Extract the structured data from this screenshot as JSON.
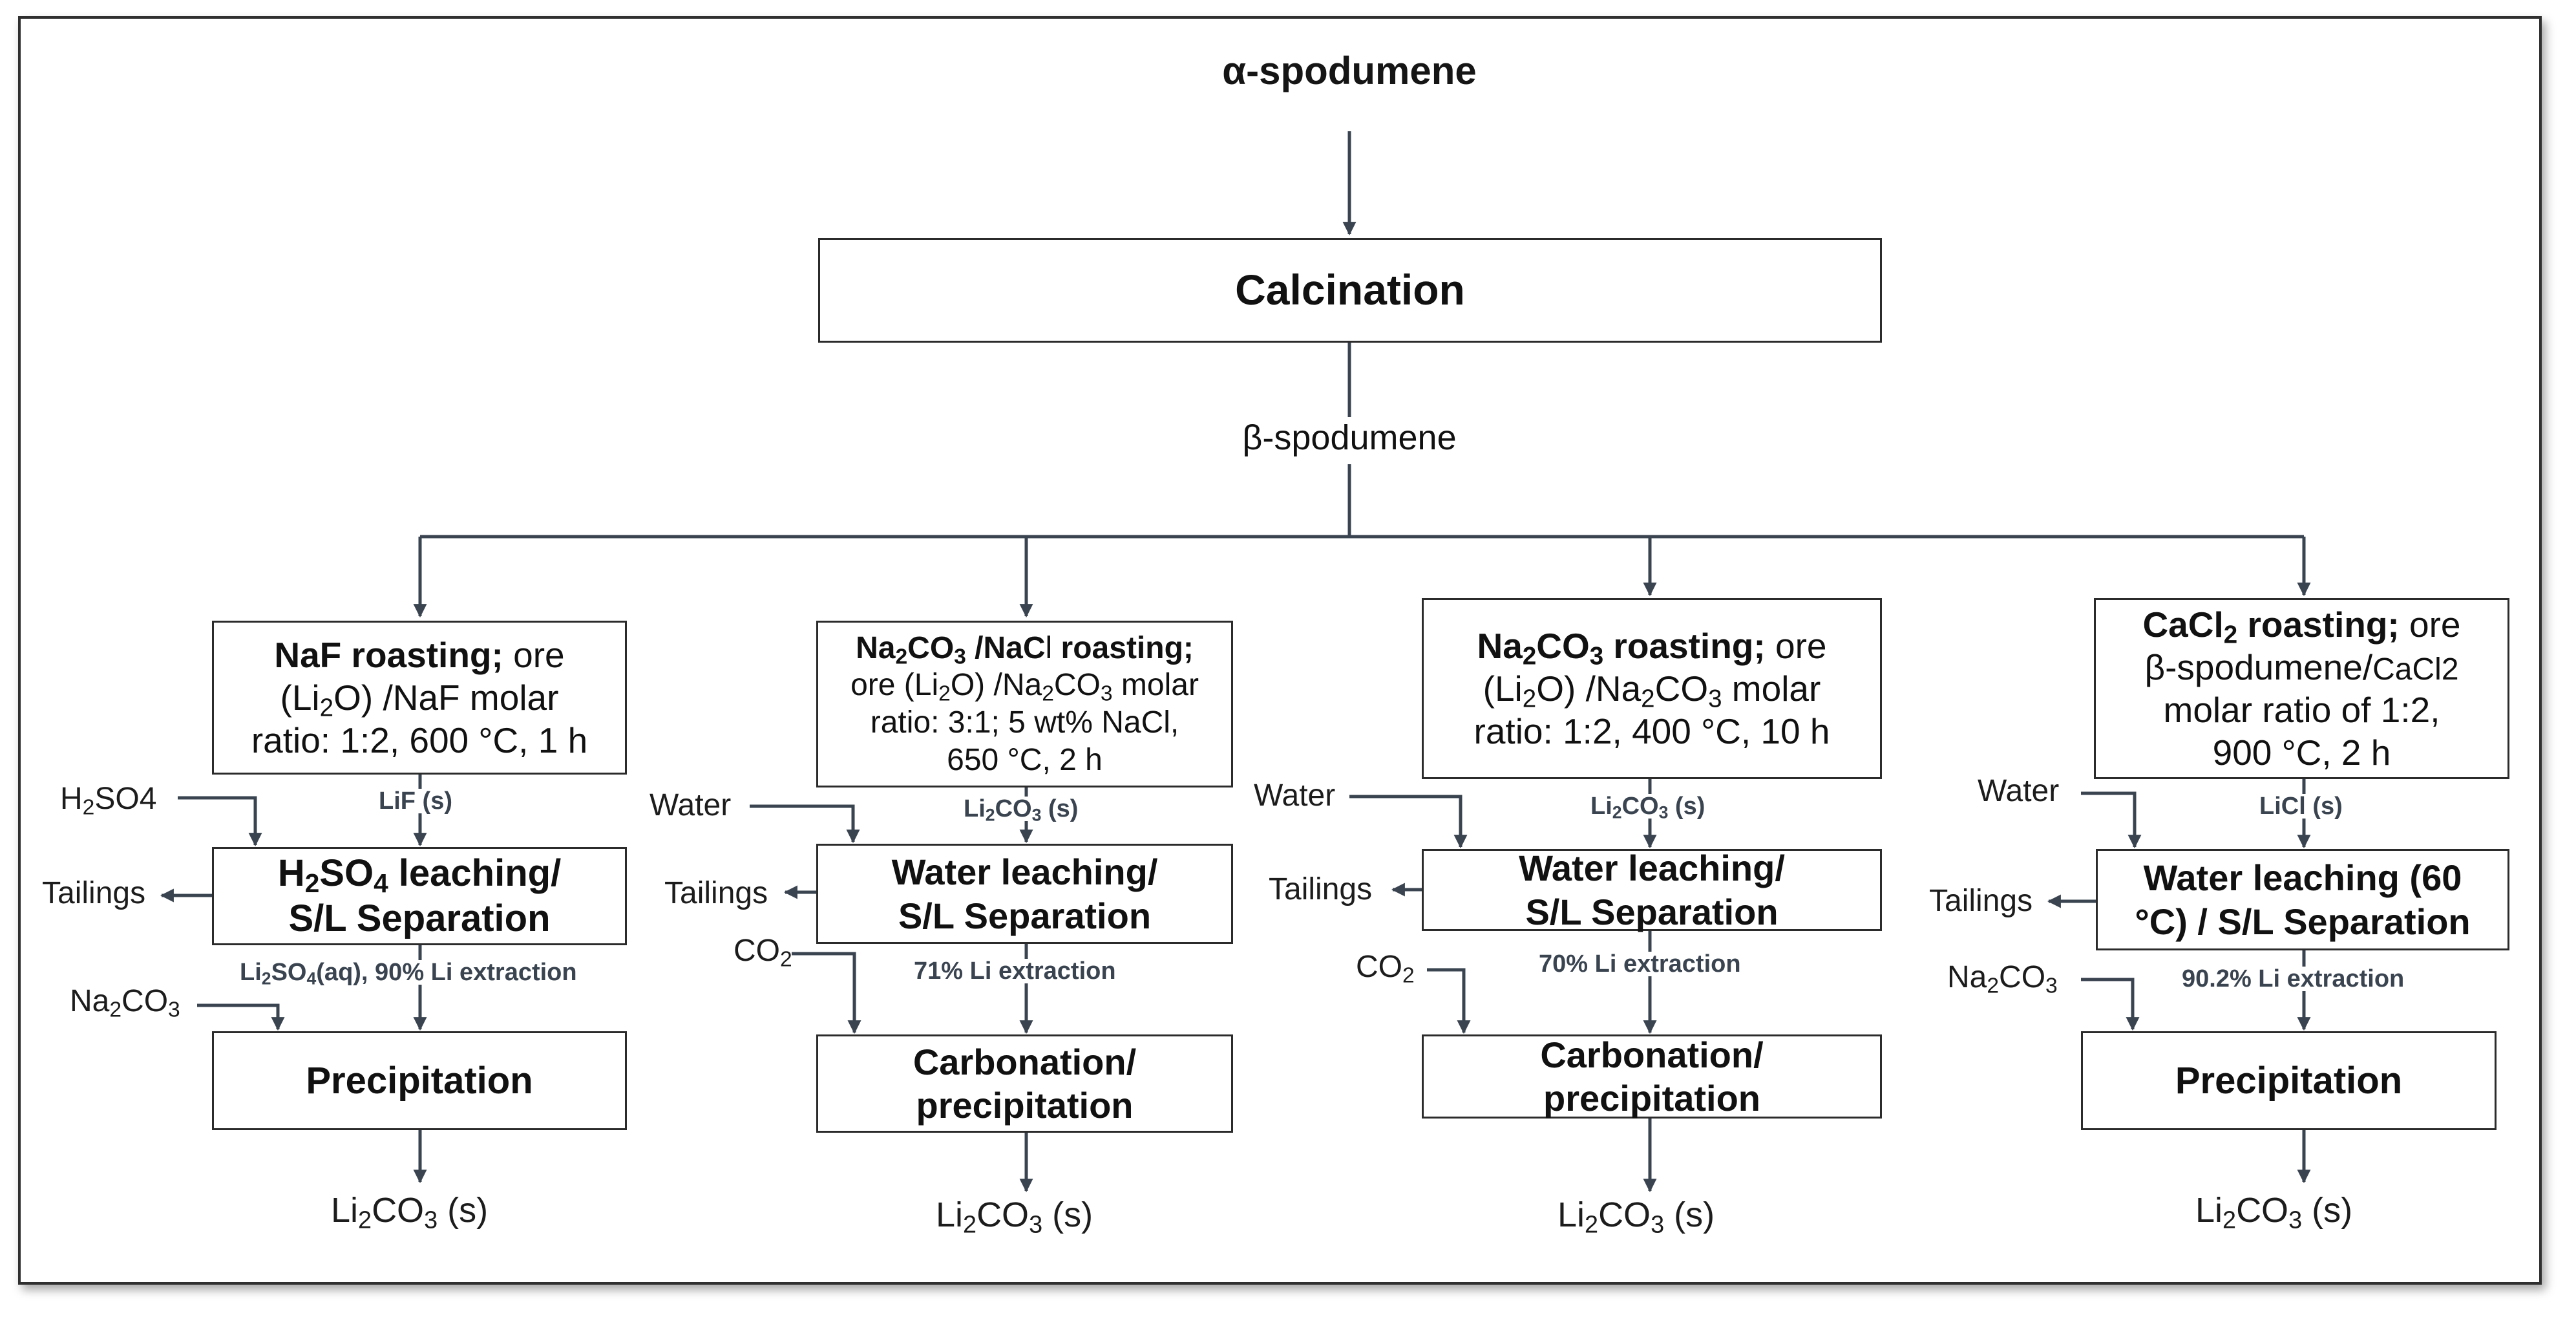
{
  "nodes": {
    "start": "α-spodumene",
    "calcination": "Calcination",
    "intermediate": "β-spodumene"
  },
  "routes": [
    {
      "roast_bold": "NaF roasting;",
      "roast_text": "ore (Li2O) /NaF molar ratio: 1:2, 600 °C, 1 h",
      "roast_product": "LiF (s)",
      "leach_reagent": "H2SO4",
      "leach": "H2SO4 leaching/ S/L Separation",
      "tailings": "Tailings",
      "leach_output": "Li2SO4(aq), 90% Li extraction",
      "precip_reagent": "Na2CO3",
      "precip": "Precipitation",
      "product": "Li2CO3 (s)"
    },
    {
      "roast_bold": "Na2CO3 /NaCl roasting;",
      "roast_text": "ore (Li2O) /Na2CO3 molar ratio: 3:1; 5 wt% NaCl, 650 °C, 2 h",
      "roast_product": "Li2CO3 (s)",
      "leach_reagent": "Water",
      "leach": "Water leaching/ S/L Separation",
      "tailings": "Tailings",
      "leach_output": "71% Li extraction",
      "precip_reagent": "CO2",
      "precip": "Carbonation/ precipitation",
      "product": "Li2CO3 (s)"
    },
    {
      "roast_bold": "Na2CO3 roasting;",
      "roast_text": "ore (Li2O) /Na2CO3 molar ratio: 1:2, 400 °C, 10 h",
      "roast_product": "Li2CO3 (s)",
      "leach_reagent": "Water",
      "leach": "Water leaching/ S/L Separation",
      "tailings": "Tailings",
      "leach_output": "70% Li extraction",
      "precip_reagent": "CO2",
      "precip": "Carbonation/ precipitation",
      "product": "Li2CO3 (s)"
    },
    {
      "roast_bold": "CaCl2 roasting;",
      "roast_text": "ore β-spodumene/CaCl2 molar ratio of 1:2, 900 °C, 2 h",
      "roast_product": "LiCl (s)",
      "leach_reagent": "Water",
      "leach": "Water leaching (60 °C) / S/L Separation",
      "tailings": "Tailings",
      "leach_output": "90.2% Li extraction",
      "precip_reagent": "Na2CO3",
      "precip": "Precipitation",
      "product": "Li2CO3 (s)"
    }
  ],
  "colors": {
    "line": "#3a4450",
    "box_border": "#2b2b2b",
    "label": "#3a4450"
  }
}
